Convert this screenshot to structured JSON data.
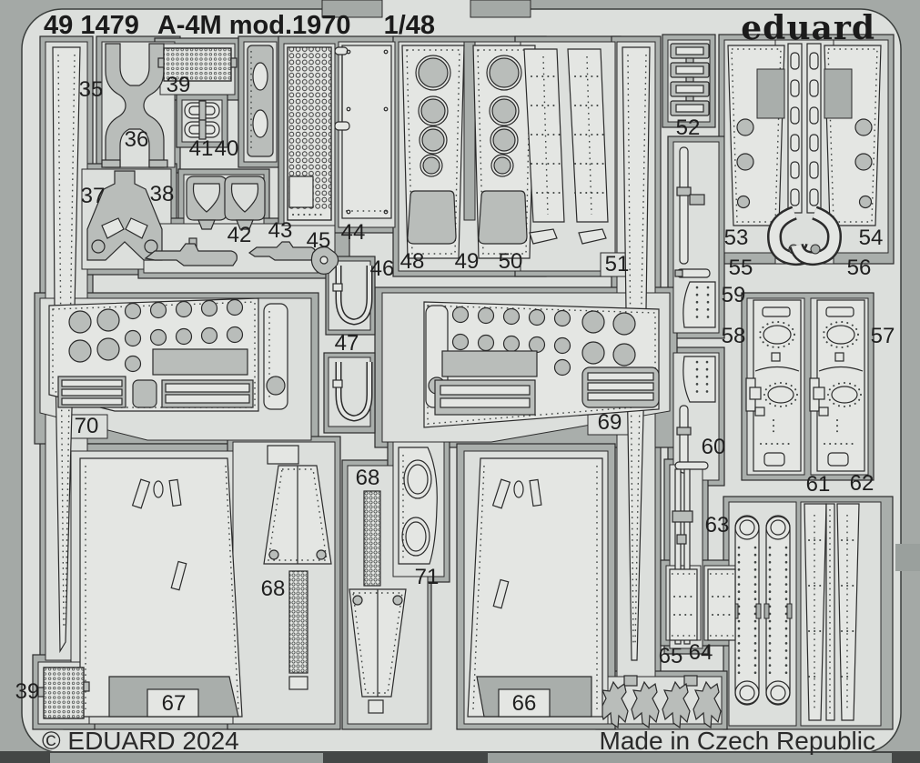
{
  "header": {
    "catalog_number": "49 1479",
    "product_name": "A-4M mod.1970",
    "scale": "1/48"
  },
  "brand": {
    "logo_text": "eduard"
  },
  "footer": {
    "copyright": "© EDUARD 2024",
    "origin": "Made in Czech Republic"
  },
  "colors": {
    "background": "#a4a9a6",
    "sheet": "#dcdfdc",
    "frame": "#a9aeab",
    "part": "#b9bdba",
    "part_light": "#e4e6e3",
    "outline": "#2b2b2b",
    "text": "#1f1f1f"
  },
  "part_labels": {
    "p35": "35",
    "p36": "36",
    "p37": "37",
    "p38": "38",
    "p39_top": "39",
    "p39_bottom": "39",
    "p40": "40",
    "p41": "41",
    "p42": "42",
    "p43": "43",
    "p44": "44",
    "p45": "45",
    "p46": "46",
    "p47": "47",
    "p48": "48",
    "p49": "49",
    "p50": "50",
    "p51": "51",
    "p52": "52",
    "p53": "53",
    "p54": "54",
    "p55": "55",
    "p56": "56",
    "p57": "57",
    "p58": "58",
    "p59": "59",
    "p60": "60",
    "p61": "61",
    "p62": "62",
    "p63": "63",
    "p64": "64",
    "p65": "65",
    "p66": "66",
    "p67": "67",
    "p68_left": "68",
    "p68_right": "68",
    "p69": "69",
    "p70": "70",
    "p71": "71"
  }
}
